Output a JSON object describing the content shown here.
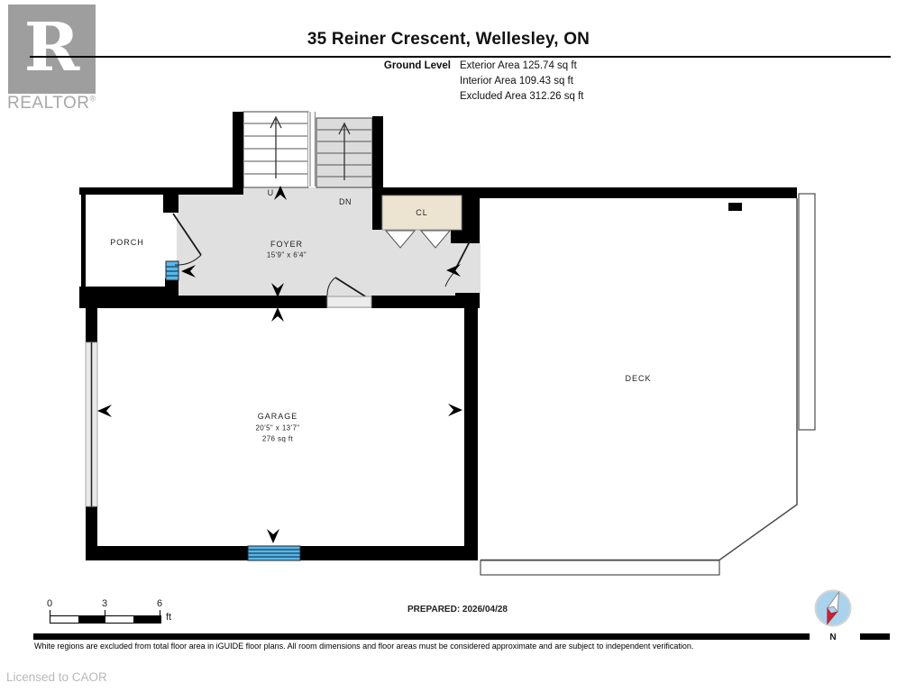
{
  "header": {
    "logo_letter": "R",
    "logo_brand": "REALTOR",
    "logo_registered": "®",
    "title": "35 Reiner Crescent, Wellesley, ON",
    "level_label": "Ground Level",
    "area_lines": [
      "Exterior Area 125.74 sq ft",
      "Interior Area 109.43 sq ft",
      "Excluded Area 312.26 sq ft"
    ]
  },
  "plan": {
    "rooms": {
      "porch": {
        "label": "PORCH"
      },
      "foyer": {
        "label": "FOYER",
        "dims": "15'9\" x 6'4\""
      },
      "closet": {
        "label": "CL"
      },
      "garage": {
        "label": "GARAGE",
        "dims": "20'5\" x 13'7\"",
        "area": "276 sq ft"
      },
      "deck": {
        "label": "DECK"
      }
    },
    "stairs": {
      "up_label": "U",
      "down_label": "DN"
    }
  },
  "footer": {
    "scale_ticks": [
      "0",
      "3",
      "6"
    ],
    "scale_unit": "ft",
    "prepared": "PREPARED: 2026/04/28",
    "compass_label": "N",
    "disclaimer": "White regions are excluded from total floor area in iGUIDE floor plans. All room dimensions and floor areas must be considered approximate and are subject to independent verification.",
    "license": "Licensed to CAOR"
  },
  "colors": {
    "wall": "#000000",
    "floor_gray": "#e0e0e0",
    "stair_gray": "#dcdcdc",
    "closet_beige": "#ede3d1",
    "window_blue": "#58b7e9",
    "deck_outline": "#4d4d4d",
    "compass_blue": "#a9d3ec",
    "compass_red": "#cf1e2f",
    "logo_gray": "#9e9e9e"
  }
}
